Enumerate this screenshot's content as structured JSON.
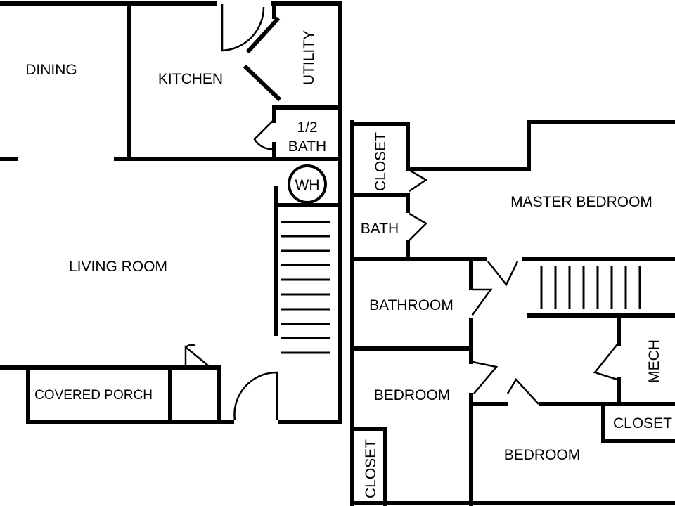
{
  "rooms": {
    "dining": "DINING",
    "kitchen": "KITCHEN",
    "utility": "UTILITY",
    "half_bath_line1": "1/2",
    "half_bath_line2": "BATH",
    "water_heater": "WH",
    "living_room": "LIVING ROOM",
    "covered_porch": "COVERED PORCH",
    "closet_master": "CLOSET",
    "master_bath": "BATH",
    "master_bedroom": "MASTER BEDROOM",
    "bathroom": "BATHROOM",
    "bedroom_left": "BEDROOM",
    "closet_bedroom_left": "CLOSET",
    "mech": "MECH",
    "closet_bedroom_right": "CLOSET",
    "bedroom_right": "BEDROOM"
  }
}
